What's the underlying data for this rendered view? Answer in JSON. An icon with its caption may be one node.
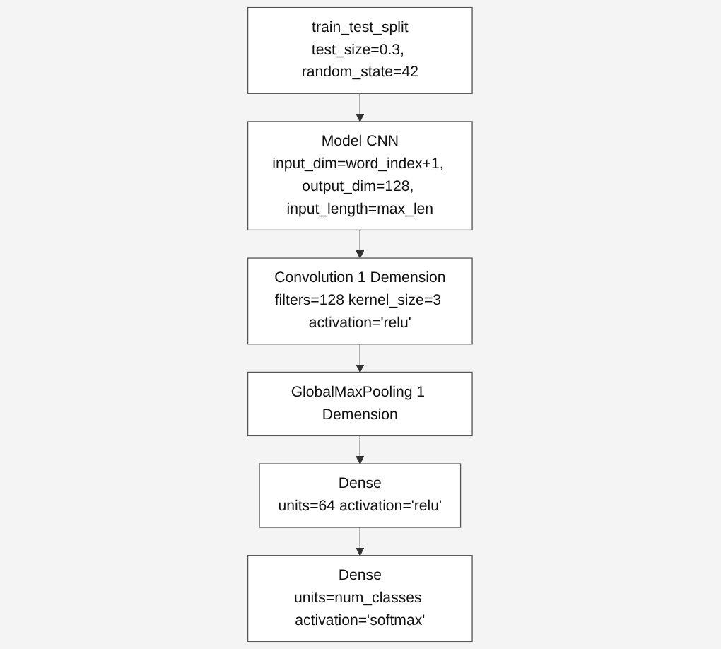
{
  "diagram": {
    "nodes": [
      {
        "text": [
          "train_test_split",
          "test_size=0.3, random_state=42"
        ]
      },
      {
        "text": [
          "Model CNN",
          "input_dim=word_index+1, output_dim=128, input_length=max_len"
        ]
      },
      {
        "text": [
          "Convolution 1 Demension",
          "filters=128 kernel_size=3 activation='relu'"
        ]
      },
      {
        "text": [
          "GlobalMaxPooling 1 Demension"
        ]
      },
      {
        "text": [
          "Dense",
          "units=64 activation='relu'"
        ]
      },
      {
        "text": [
          "Dense",
          "units=num_classes activation='softmax'"
        ]
      }
    ],
    "edges": [
      {
        "from": 0,
        "to": 1,
        "arrow": "to"
      },
      {
        "from": 1,
        "to": 2,
        "arrow": "to"
      },
      {
        "from": 2,
        "to": 3,
        "arrow": "to"
      },
      {
        "from": 3,
        "to": 4,
        "arrow": "to"
      },
      {
        "from": 4,
        "to": 5,
        "arrow": "to"
      }
    ]
  }
}
